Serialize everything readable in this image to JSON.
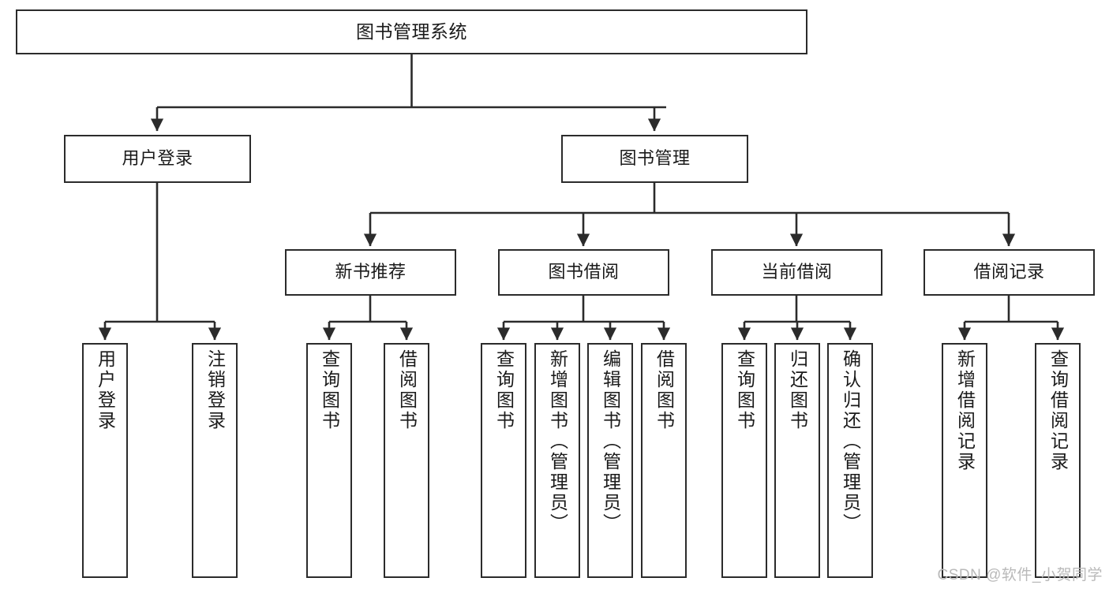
{
  "diagram": {
    "type": "tree-flowchart",
    "title_node": "图书管理系统",
    "watermark": "CSDN @软件_小贺同学",
    "colors": {
      "box_border": "#2b2b2b",
      "box_fill": "#ffffff",
      "edge": "#2b2b2b",
      "text": "#1a1a1a",
      "watermark": "#b9b9b9",
      "background": "#ffffff"
    },
    "nodes": {
      "root": {
        "label": "图书管理系统"
      },
      "level2": [
        {
          "id": "user-login",
          "label": "用户登录"
        },
        {
          "id": "book-manage",
          "label": "图书管理"
        }
      ],
      "level3": [
        {
          "id": "new-book-recommend",
          "label": "新书推荐"
        },
        {
          "id": "book-borrow",
          "label": "图书借阅"
        },
        {
          "id": "current-borrow",
          "label": "当前借阅"
        },
        {
          "id": "borrow-record",
          "label": "借阅记录"
        }
      ],
      "leaves": [
        {
          "id": "leaf-user-login",
          "label": "用户登录",
          "parent": "user-login"
        },
        {
          "id": "leaf-logout-login",
          "label": "注销登录",
          "parent": "user-login"
        },
        {
          "id": "leaf-query-book-1",
          "label": "查询图书",
          "parent": "new-book-recommend"
        },
        {
          "id": "leaf-borrow-book-1",
          "label": "借阅图书",
          "parent": "new-book-recommend"
        },
        {
          "id": "leaf-query-book-2",
          "label": "查询图书",
          "parent": "book-borrow"
        },
        {
          "id": "leaf-add-book",
          "label": "新增图书（管理员）",
          "parent": "book-borrow"
        },
        {
          "id": "leaf-edit-book",
          "label": "编辑图书（管理员）",
          "parent": "book-borrow"
        },
        {
          "id": "leaf-borrow-book-2",
          "label": "借阅图书",
          "parent": "book-borrow"
        },
        {
          "id": "leaf-query-book-3",
          "label": "查询图书",
          "parent": "current-borrow"
        },
        {
          "id": "leaf-return-book",
          "label": "归还图书",
          "parent": "current-borrow"
        },
        {
          "id": "leaf-confirm-return",
          "label": "确认归还（管理员）",
          "parent": "current-borrow"
        },
        {
          "id": "leaf-add-record",
          "label": "新增借阅记录",
          "parent": "borrow-record"
        },
        {
          "id": "leaf-query-record",
          "label": "查询借阅记录",
          "parent": "borrow-record"
        }
      ]
    }
  }
}
